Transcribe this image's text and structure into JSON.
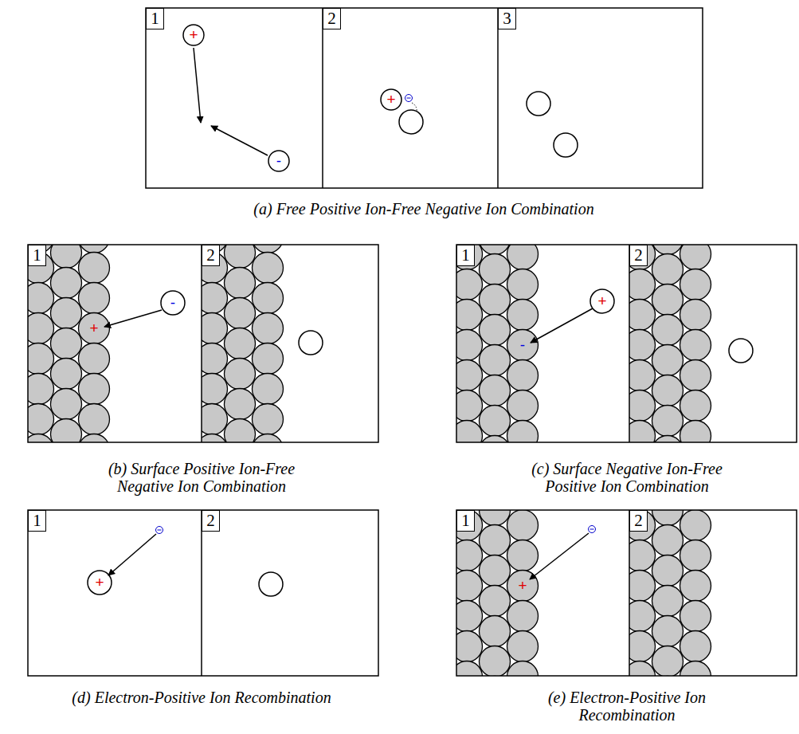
{
  "diagram": {
    "nodes": [
      {
        "text": [
          "1"
        ]
      },
      {
        "text": [
          "2"
        ]
      },
      {
        "text": [
          "3"
        ]
      },
      {
        "text": [
          "1"
        ]
      },
      {
        "text": [
          "2"
        ]
      },
      {
        "text": [
          "1"
        ]
      },
      {
        "text": [
          "2"
        ]
      },
      {
        "text": [
          "1"
        ]
      },
      {
        "text": [
          "2"
        ]
      },
      {
        "text": [
          "1"
        ]
      },
      {
        "text": [
          "2"
        ]
      }
    ],
    "labels": [
      "+",
      "-",
      "+",
      "(a) Free Positive Ion-Free Negative Ion Combination",
      "-",
      "+",
      "(b) Surface Positive Ion-Free Negative Ion Combination",
      "+",
      "-",
      "(c) Surface Negative Ion-Free Positive Ion Combination",
      "+",
      "(d) Electron-Positive Ion Recombination",
      "+",
      "(e) Electron-Positive Ion Recombination"
    ]
  }
}
